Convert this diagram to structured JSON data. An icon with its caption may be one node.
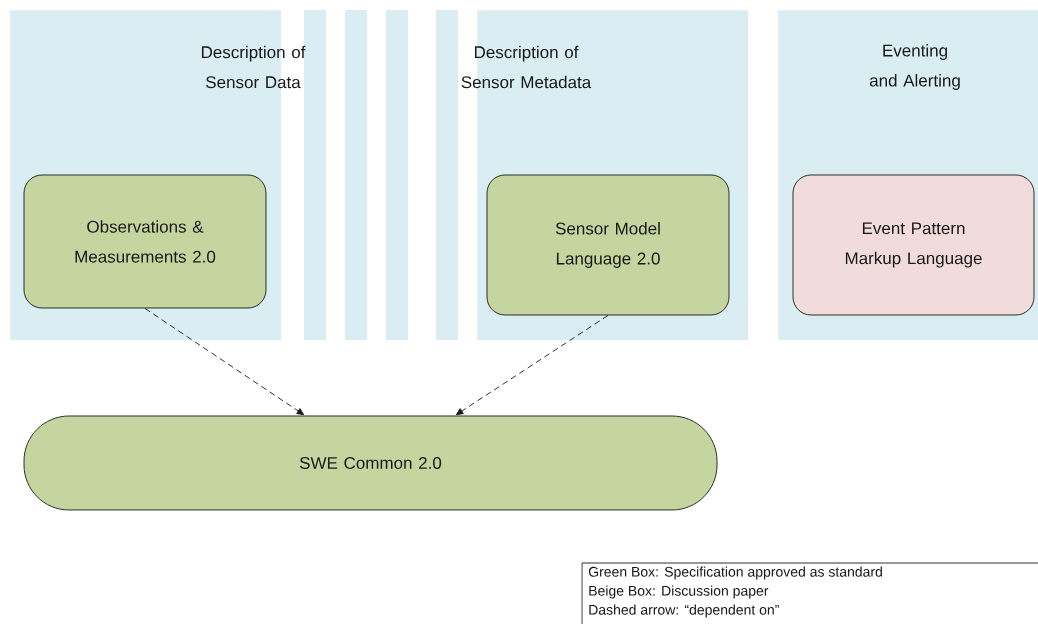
{
  "diagram": {
    "nodes": [
      {
        "text": [
          "Description of Sensor Data"
        ]
      },
      {
        "text": [
          "Observations & Measurements 2.0"
        ],
        "in": 0
      },
      {
        "text": [
          "Description of Sensor Metadata"
        ]
      },
      {
        "text": [
          "Sensor Model Language 2.0"
        ],
        "in": 2
      },
      {
        "text": [
          "Eventing and Alerting"
        ]
      },
      {
        "text": [
          "Event Pattern Markup Language"
        ],
        "in": 4
      },
      {
        "text": [
          "SWE Common 2.0"
        ]
      }
    ],
    "edges": [
      {
        "from": 1,
        "to": 6,
        "arrow": "to",
        "style": "dashed"
      },
      {
        "from": 3,
        "to": 6,
        "arrow": "to",
        "style": "dashed"
      }
    ],
    "labels": [
      "Green Box: Specification approved as standard",
      "Beige Box:  Discussion paper",
      "Dashed arrow: “dependent on”"
    ]
  }
}
